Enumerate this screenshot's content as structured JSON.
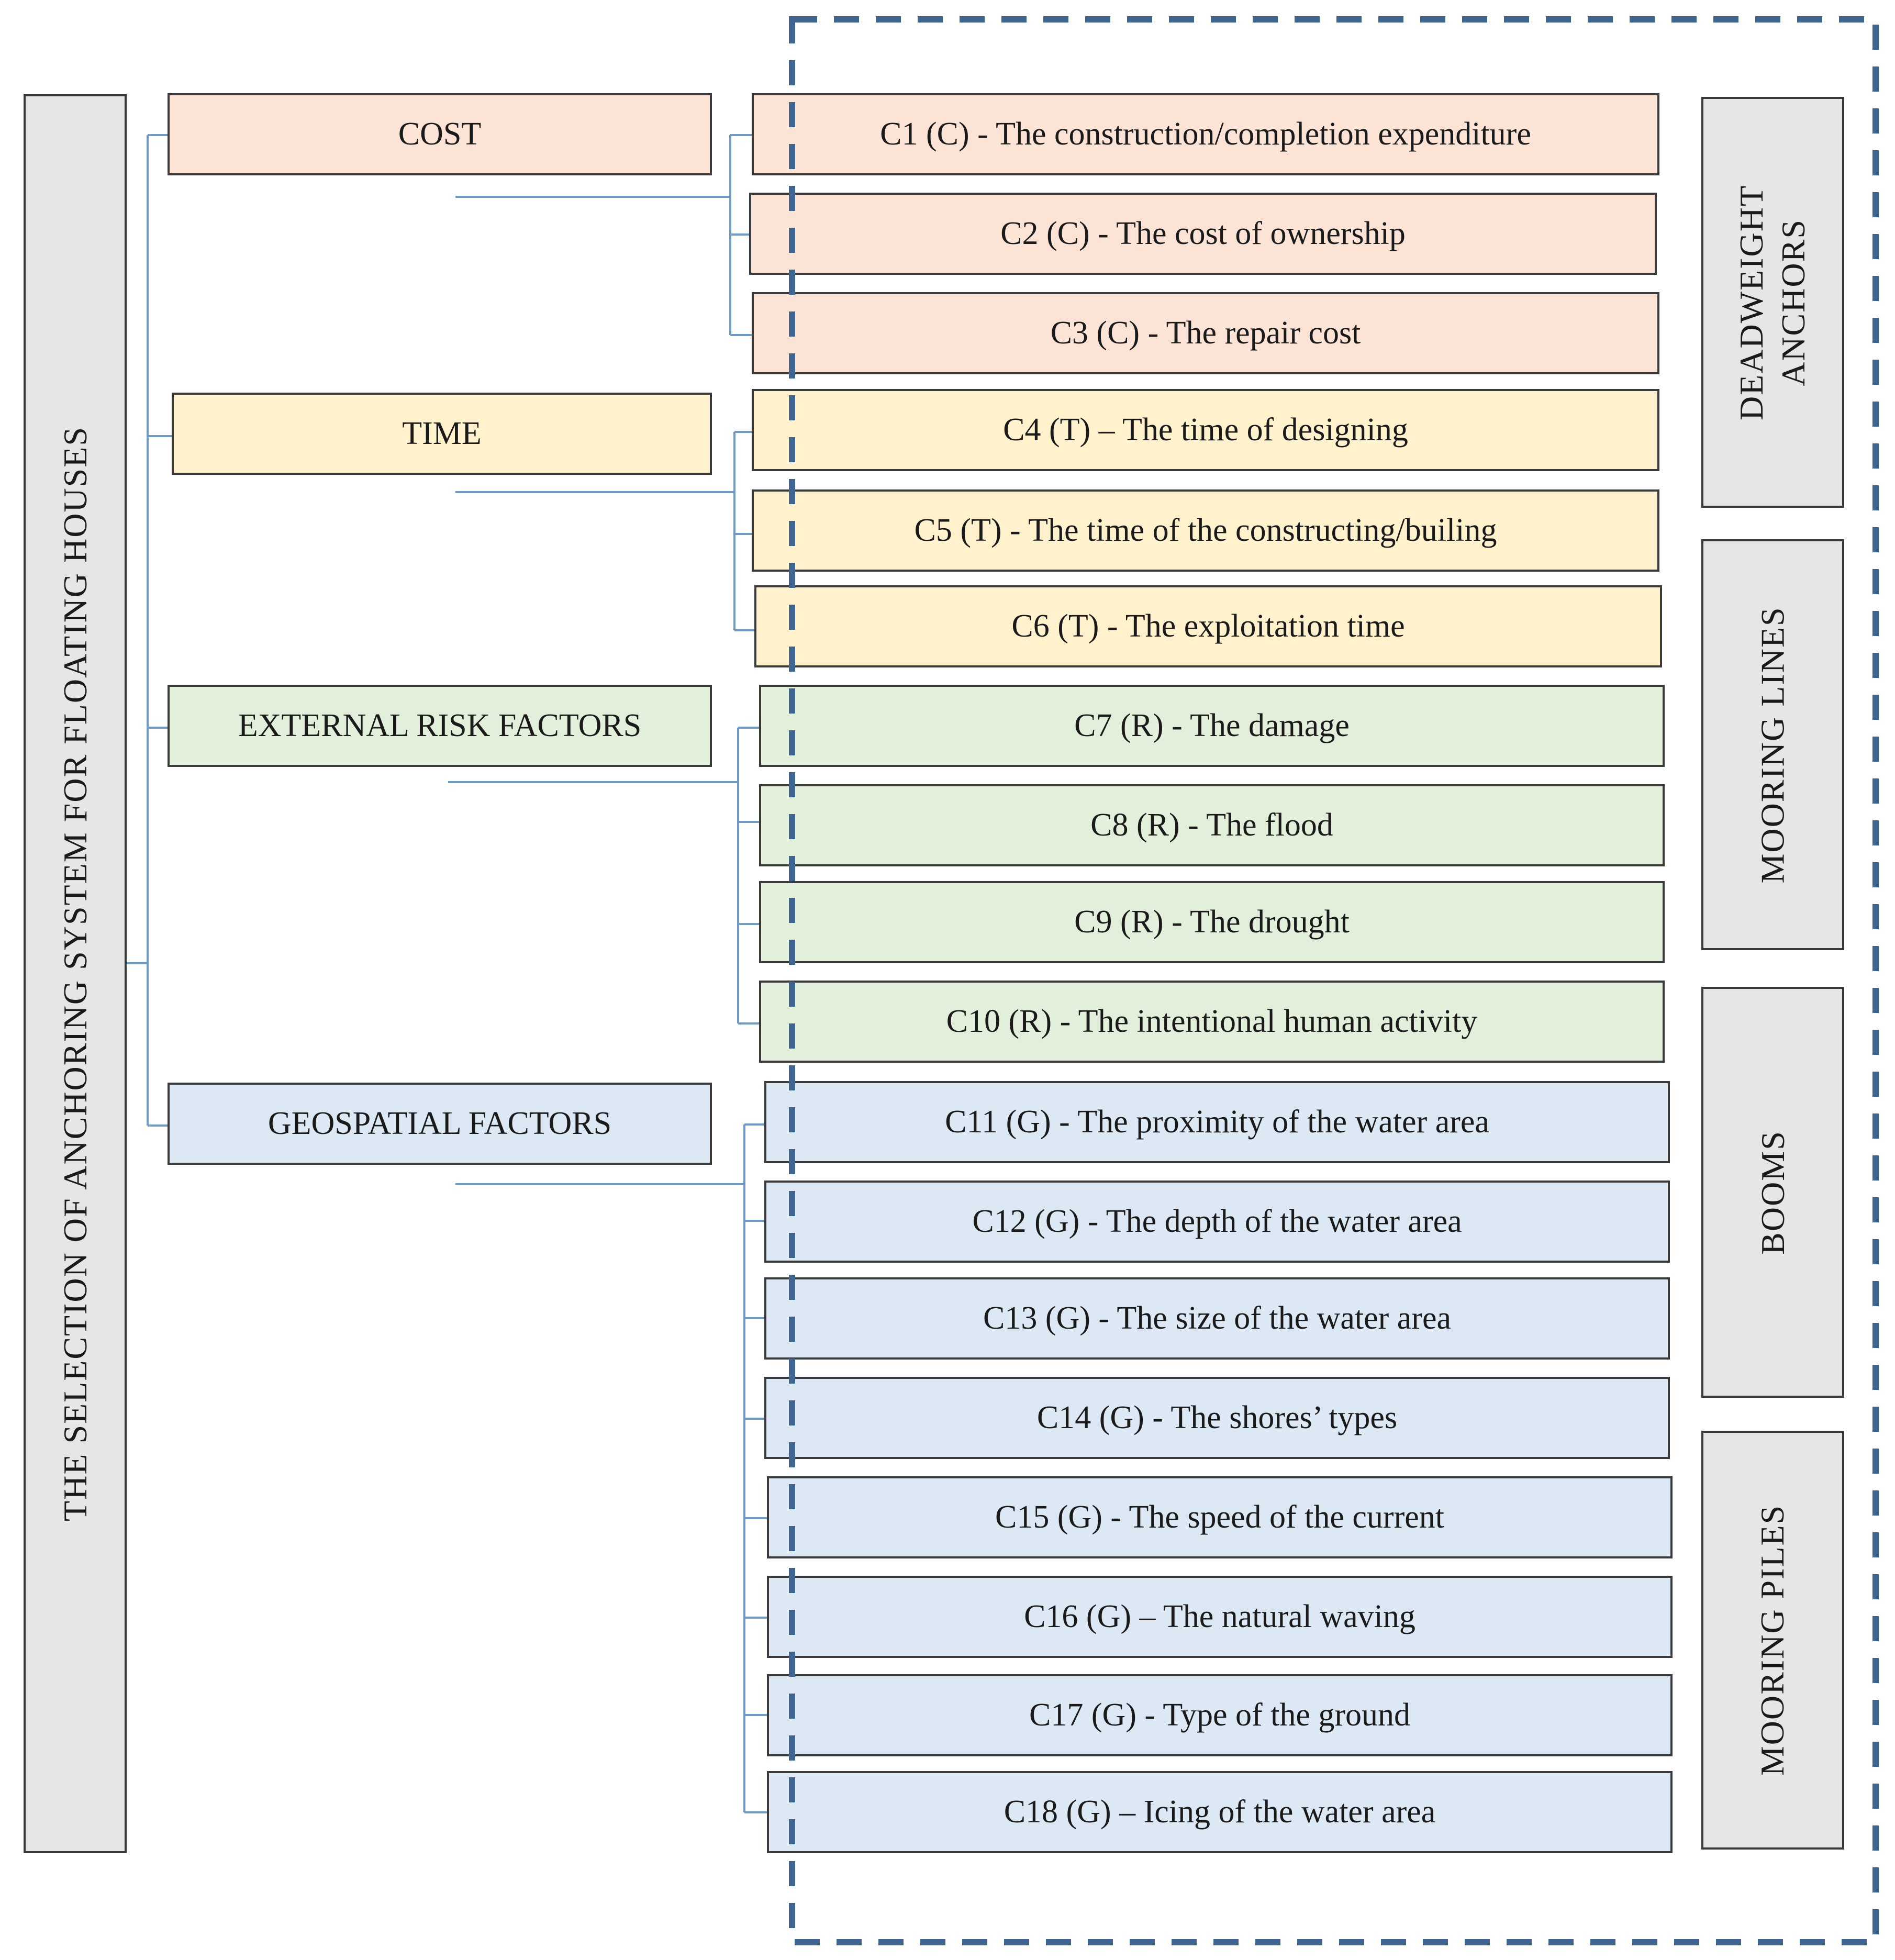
{
  "root": {
    "label": "THE SELECTION OF ANCHORING SYSTEM FOR FLOATING HOUSES"
  },
  "groups": {
    "cost": "COST",
    "time": "TIME",
    "risk": "EXTERNAL RISK FACTORS",
    "geo": "GEOSPATIAL FACTORS"
  },
  "criteria": [
    "C1 (C) - The construction/completion expenditure",
    "C2 (C) - The cost of ownership",
    "C3 (C) - The repair cost",
    "C4 (T) – The time of designing",
    "C5 (T) - The time of the constructing/builing",
    "C6 (T) - The exploitation time",
    "C7 (R) - The damage",
    "C8 (R) - The flood",
    "C9 (R) - The drought",
    "C10 (R) - The intentional human activity",
    "C11 (G) - The proximity of the water area",
    "C12 (G) - The depth of the water area",
    "C13 (G) - The size of the water area",
    "C14 (G) - The shores’ types",
    "C15 (G) - The speed of the current",
    "C16 (G) – The natural waving",
    "C17 (G) - Type of the ground",
    "C18 (G) – Icing of the water area"
  ],
  "alternatives": {
    "deadweight_line1": "DEADWEIGHT",
    "deadweight_line2": "ANCHORS",
    "mooring_lines": "MOORING LINES",
    "booms": "BOOMS",
    "mooring_piles": "MOORING PILES"
  },
  "colors": {
    "cost_fill": "#fbe3d6",
    "time_fill": "#fff2cc",
    "risk_fill": "#e2efda",
    "geo_fill": "#dde8f5",
    "gray_fill": "#e6e6e6",
    "connector": "#6d9ac9",
    "dashed_frame": "#3f6590"
  }
}
